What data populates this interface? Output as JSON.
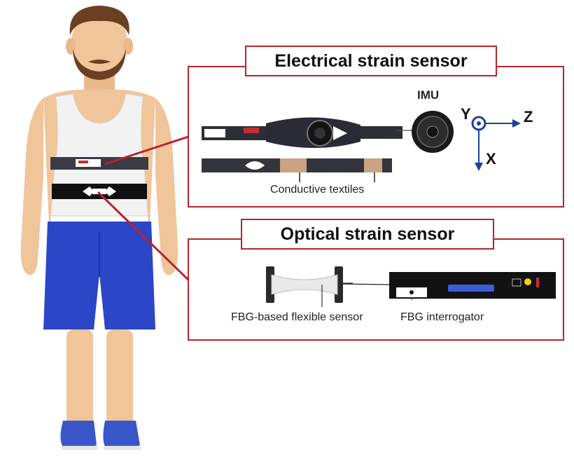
{
  "electrical": {
    "title": "Electrical strain sensor",
    "imu_label": "IMU",
    "conductive_label": "Conductive textiles",
    "axes": {
      "y": "Y",
      "z": "Z",
      "x": "X"
    }
  },
  "optical": {
    "title": "Optical strain sensor",
    "sensor_label": "FBG-based flexible sensor",
    "interrogator_label": "FBG interrogator"
  },
  "colors": {
    "accent_red": "#b8232f",
    "axis_blue": "#1f3f9a",
    "shorts_blue": "#2b46c6",
    "skin": "#f0c59a",
    "hair": "#6b3f22"
  },
  "icons": [
    "person-figure",
    "chest-strap-sensor",
    "imu-module",
    "fbg-sensor",
    "interrogator-device"
  ]
}
